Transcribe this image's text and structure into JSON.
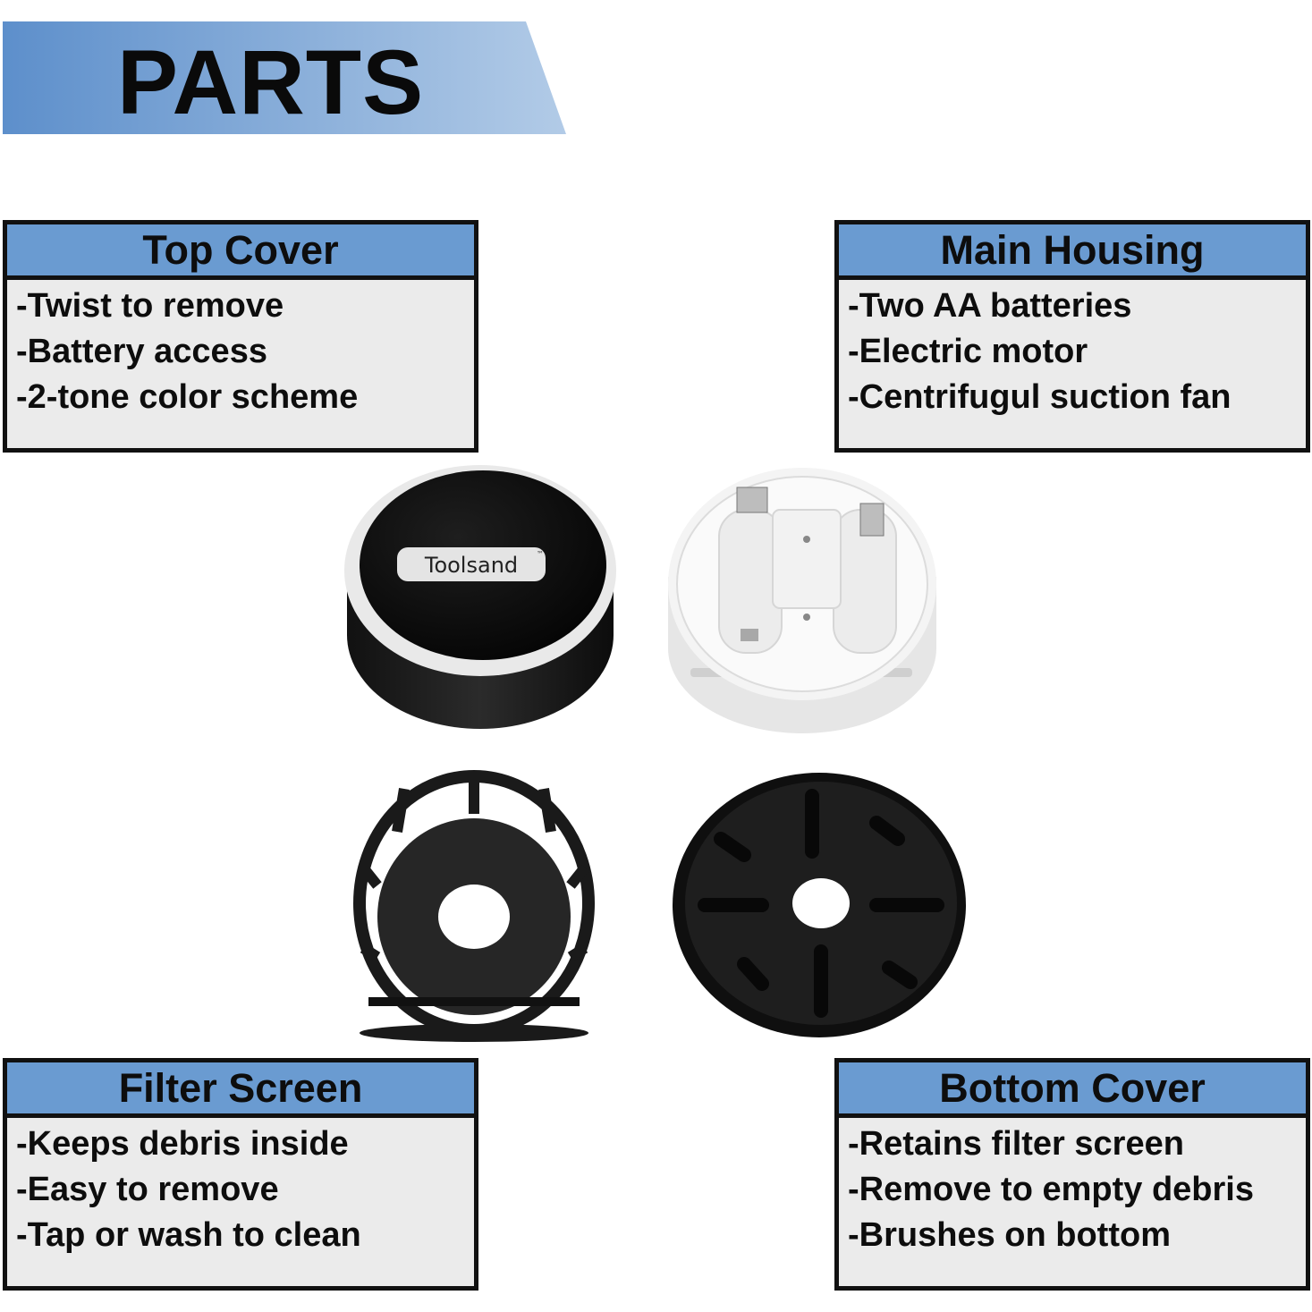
{
  "banner": {
    "title": "PARTS"
  },
  "panels": {
    "top_cover": {
      "title": "Top Cover",
      "lines": [
        "-Twist to remove",
        "-Battery access",
        "-2-tone color scheme"
      ]
    },
    "main_housing": {
      "title": "Main Housing",
      "lines": [
        "-Two AA batteries",
        "-Electric motor",
        "-Centrifugul suction fan"
      ]
    },
    "filter_screen": {
      "title": "Filter Screen",
      "lines": [
        "-Keeps debris inside",
        "-Easy to remove",
        "-Tap or wash to clean"
      ]
    },
    "bottom_cover": {
      "title": "Bottom Cover",
      "lines": [
        "-Retains filter screen",
        "-Remove to empty debris",
        "-Brushes on bottom"
      ]
    }
  },
  "products": {
    "top_cover_logo": "Toolsand",
    "trademark": "™"
  },
  "colors": {
    "banner_blue_dark": "#5d8fcb",
    "banner_blue_light": "#a9c4e4",
    "panel_header_blue": "#6a9bd1",
    "panel_body": "#ebebeb",
    "border": "#111111"
  }
}
